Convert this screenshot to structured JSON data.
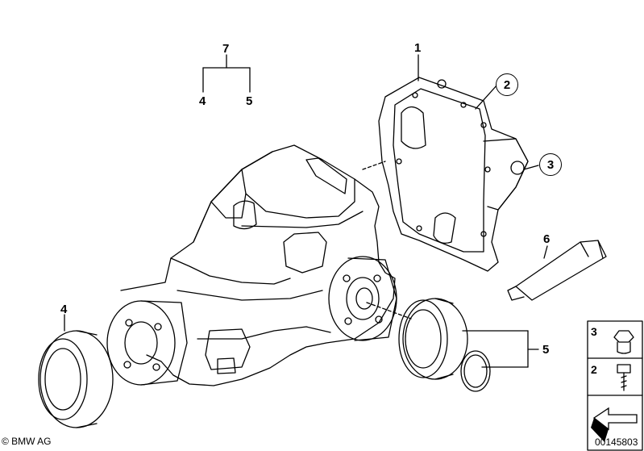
{
  "callouts": {
    "group_top": "7",
    "group_top_left": "4",
    "group_top_right": "5",
    "cover": "1",
    "bolt_circled": "2",
    "plug_circled": "3",
    "sealant": "6",
    "seal_left": "4",
    "seal_set": "5"
  },
  "legend": {
    "plug_num": "3",
    "bolt_num": "2"
  },
  "footer": {
    "copyright": "© BMW AG",
    "diagram_id": "00145803"
  }
}
